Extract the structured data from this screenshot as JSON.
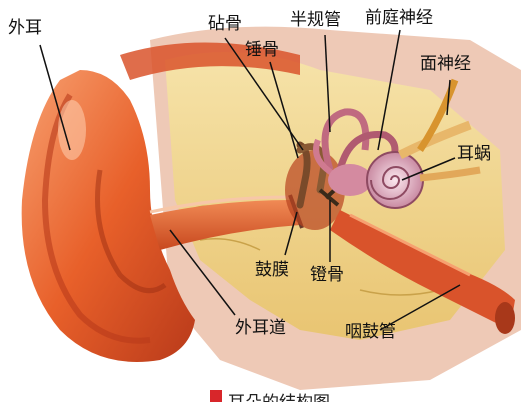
{
  "labels": {
    "outer_ear": "外耳",
    "anvil": "砧骨",
    "semicircular_canals": "半规管",
    "vestibular_nerve": "前庭神经",
    "hammer": "锤骨",
    "facial_nerve": "面神经",
    "cochlea": "耳蜗",
    "eardrum": "鼓膜",
    "stirrup": "镫骨",
    "ear_canal": "外耳道",
    "eustachian_tube": "咽鼓管"
  },
  "caption": "耳朵的结构图",
  "colors": {
    "skin": "#e8602a",
    "skin_dark": "#b93a1a",
    "bone": "#f3d98a",
    "tissue": "#e9a98f",
    "caption_mark": "#d8262a"
  }
}
